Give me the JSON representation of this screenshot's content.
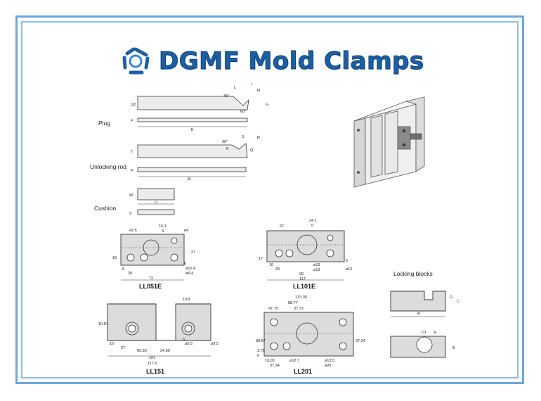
{
  "title": "DGMF Mold Clamps",
  "logo_icon": "dgmf-logo-icon",
  "colors": {
    "frame": "#6ea7d8",
    "title": "#1d5fa3",
    "part_fill": "#dcdcdc"
  },
  "labels": {
    "plug": "Plug",
    "unlocking_rod": "Unlocking rod",
    "cushion": "Cushion",
    "locking_blocks": "Locking blocks"
  },
  "captions": {
    "ll051e": "LL051E",
    "ll101e": "LL101E",
    "ll151": "LL151",
    "ll201": "LL201"
  },
  "dims": {
    "plug": {
      "d1": "Q2",
      "d2": "F",
      "d3": "E",
      "d4": "L",
      "d5": "I",
      "d6": "H",
      "d7": "60°",
      "d8": "G",
      "d9": "45°"
    },
    "rod": {
      "d1": "T",
      "d2": "P",
      "d3": "M",
      "d4": "30°",
      "d5": "S",
      "d6": "R",
      "d7": "Q",
      "d8": "K"
    },
    "cushion": {
      "d1": "W",
      "d2": "U",
      "d3": "V"
    },
    "ll051e": {
      "a": "42.5",
      "b": "16.1",
      "c": "3",
      "d": "ø6",
      "e": "18",
      "f": "27",
      "g": "8",
      "h": "20",
      "i": "ø10.4",
      "j": "ø6.4",
      "k": "72",
      "l": "6"
    },
    "ll101e": {
      "a": "57",
      "b": "24.1",
      "c": "5",
      "d": "17",
      "e": "10",
      "f": "30",
      "g": "ø19",
      "h": "ø13",
      "i": "ø12",
      "j": "99",
      "k": "117",
      "l": "6"
    },
    "ll151": {
      "a": "19.8",
      "b": "10.87",
      "c": "10",
      "d": "27",
      "e": "60.83",
      "f": "24.89",
      "g": "ø5.5",
      "h": "ø9.5",
      "i": "101",
      "j": "117.6",
      "k": "6"
    },
    "ll201": {
      "a": "133.35",
      "b": "88.77",
      "c": "47.75",
      "d": "37.72",
      "e": "88.87",
      "f": "37.34",
      "g": "19.05",
      "h": "ø12.7",
      "i": "ø13.5",
      "j": "ø20",
      "k": "37.34",
      "l": "3.75",
      "m": "6"
    },
    "locking": {
      "a": "A",
      "b": "B",
      "c": "C",
      "d": "D",
      "d1": "D1",
      "e": "E"
    }
  }
}
